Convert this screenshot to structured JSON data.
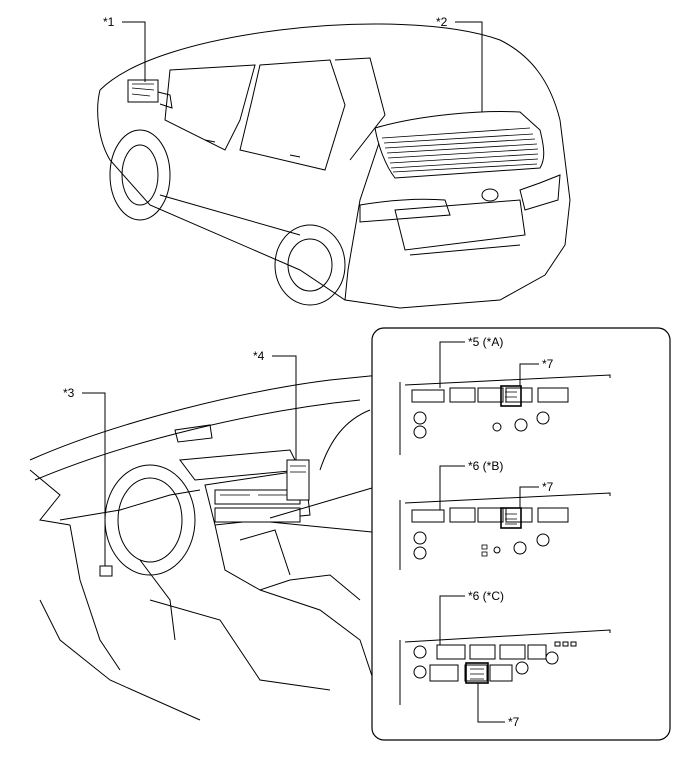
{
  "callouts": {
    "c1": "*1",
    "c2": "*2",
    "c3": "*3",
    "c4": "*4",
    "c5a": "*5 (*A)",
    "c6b": "*6 (*B)",
    "c6c": "*6 (*C)",
    "c7a": "*7",
    "c7b": "*7",
    "c7c": "*7"
  }
}
